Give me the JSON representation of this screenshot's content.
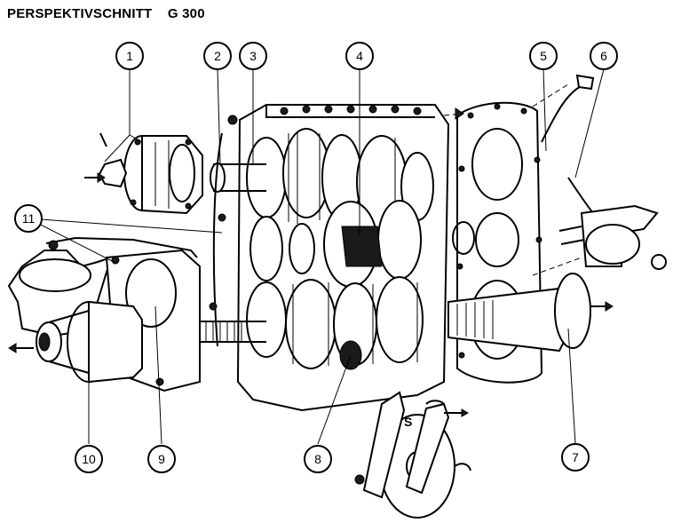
{
  "title": "PERSPEKTIVSCHNITT    G 300",
  "mark_s": "S",
  "callouts": [
    {
      "label": "1"
    },
    {
      "label": "2"
    },
    {
      "label": "3"
    },
    {
      "label": "4"
    },
    {
      "label": "5"
    },
    {
      "label": "6"
    },
    {
      "label": "7"
    },
    {
      "label": "8"
    },
    {
      "label": "9"
    },
    {
      "label": "10"
    },
    {
      "label": "11"
    }
  ],
  "colors": {
    "ink": "#000000",
    "paper": "#ffffff"
  }
}
